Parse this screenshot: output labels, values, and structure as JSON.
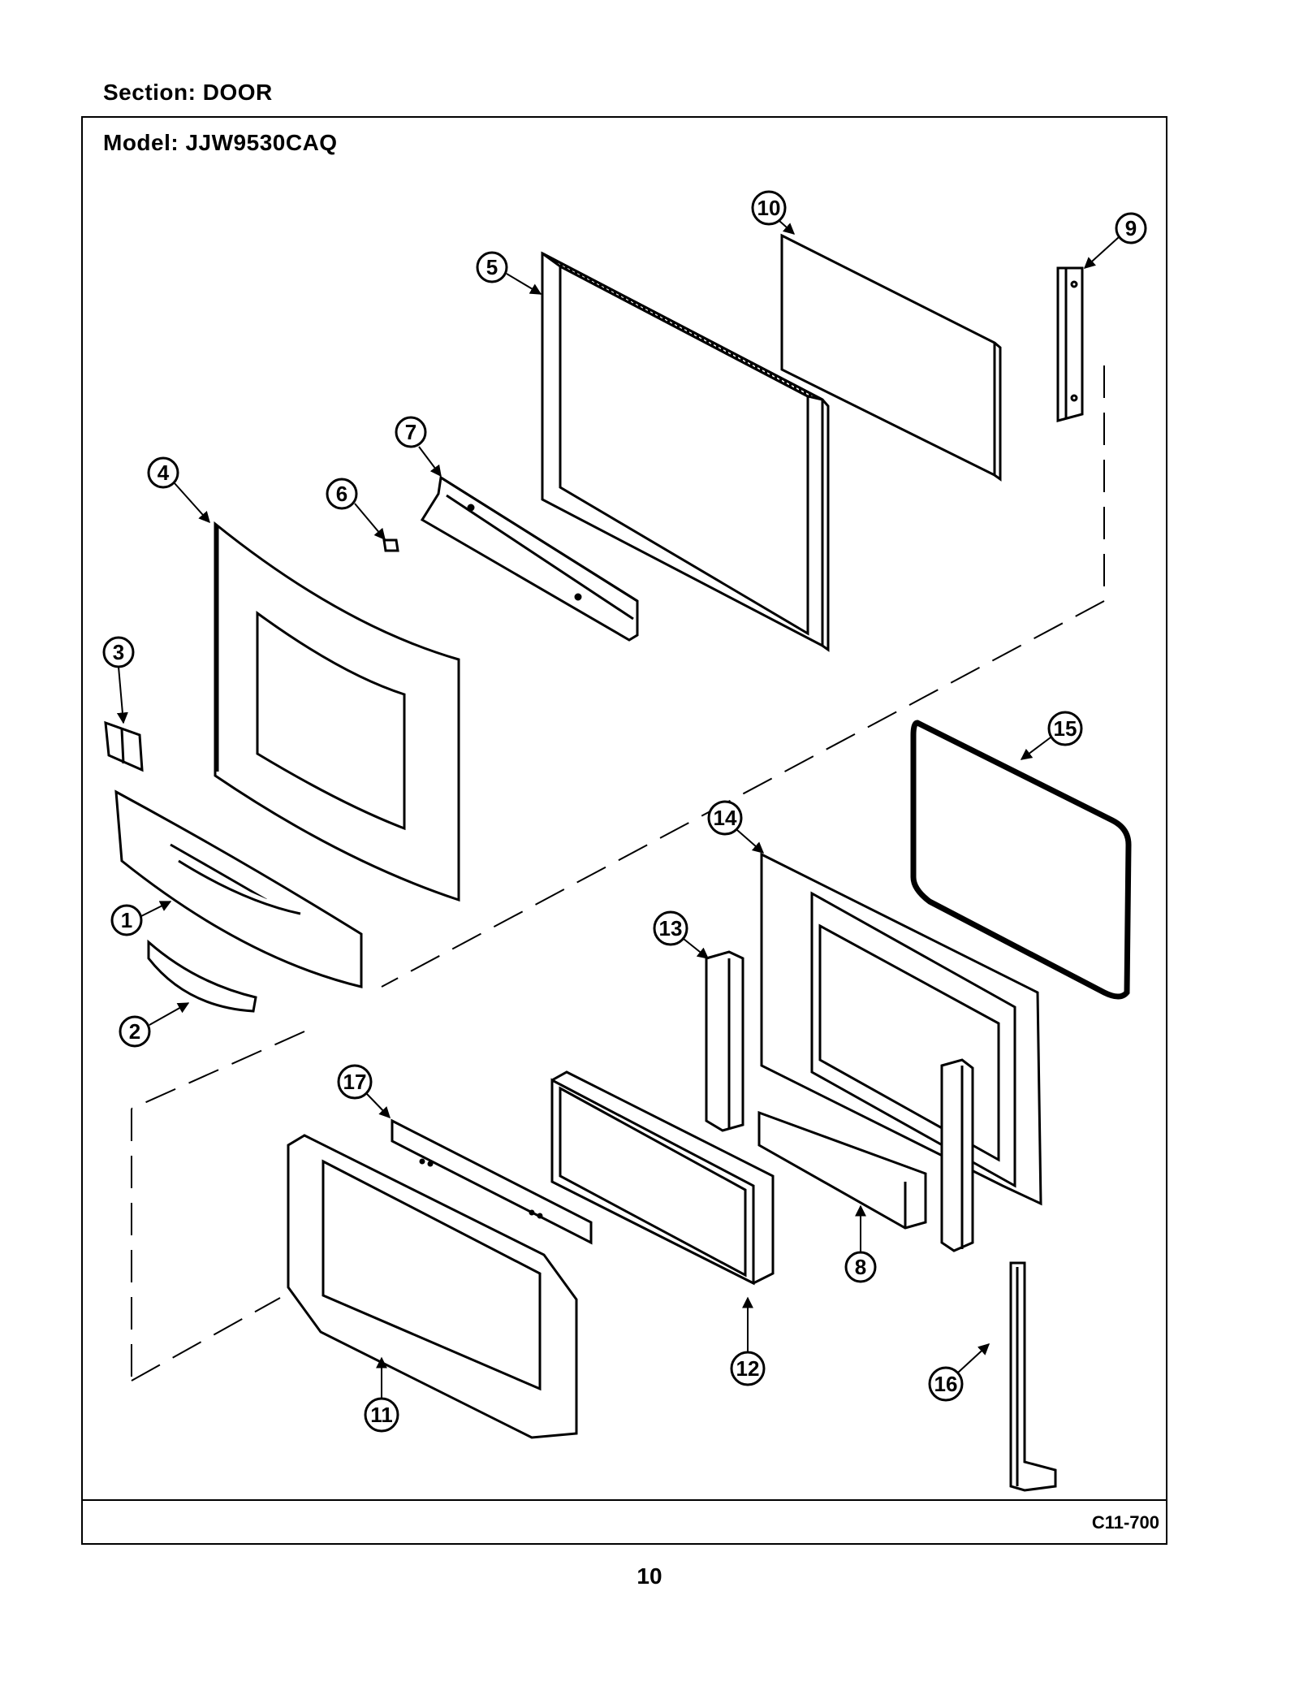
{
  "header": {
    "section": "Section:  DOOR",
    "model": "Model:  JJW9530CAQ"
  },
  "footer": {
    "code": "C11-700",
    "page_number": "10"
  },
  "callouts": [
    "1",
    "2",
    "3",
    "4",
    "5",
    "6",
    "7",
    "8",
    "9",
    "10",
    "11",
    "12",
    "13",
    "14",
    "15",
    "16",
    "17"
  ]
}
